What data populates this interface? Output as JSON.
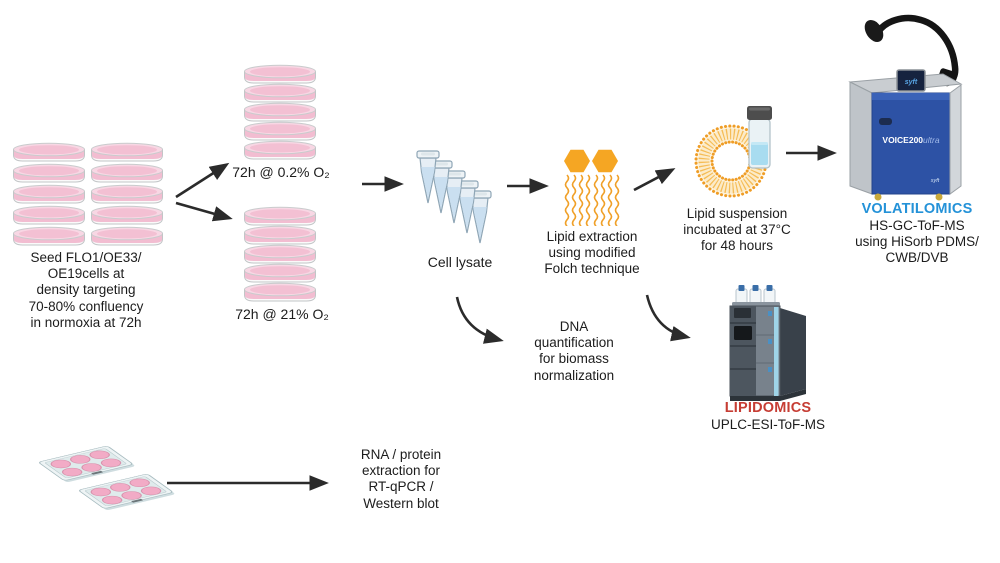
{
  "figure": {
    "type": "experimental-workflow-diagram",
    "labels": {
      "seed": "Seed FLO1/OE33/\nOE19cells at\ndensity targeting\n70-80% confluency\nin normoxia at 72h",
      "hypoxia": "72h @ 0.2% O₂",
      "normoxia": "72h @ 21% O₂",
      "cell_lysate": "Cell lysate",
      "lipid_extraction": "Lipid extraction\nusing modified\nFolch technique",
      "lipid_suspension": "Lipid suspension\nincubated at 37°C\nfor 48 hours",
      "volatilomics_title": "VOLATILOMICS",
      "volatilomics_method": "HS-GC-ToF-MS\nusing HiSorb PDMS/\nCWB/DVB",
      "dna_quant": "DNA\nquantification\nfor biomass\nnormalization",
      "lipidomics_title": "LIPIDOMICS",
      "lipidomics_method": "UPLC-ESI-ToF-MS",
      "rna_protein": "RNA / protein\nextraction for\nRT-qPCR /\nWestern blot"
    },
    "instrument": {
      "model": "VOICE200",
      "model_suffix": "ultra",
      "brand": "syft"
    },
    "icons": [
      "petri-dish-stack",
      "petri-dish-stack-hypoxia",
      "petri-dish-stack-normoxia",
      "microcentrifuge-tubes",
      "lipid-molecules",
      "liposome-ring",
      "sample-vial",
      "gc-tof-ms-instrument",
      "uplc-ms-instrument",
      "six-well-plates"
    ],
    "colors": {
      "volatilomics_blue": "#2492d8",
      "lipidomics_red": "#c63d34",
      "dish_pink": "#f2bdd1",
      "lipid_orange": "#f0a028",
      "instrument_blue": "#2d52a5",
      "arrow_black": "#2b2b2b",
      "text_black": "#1c1c1c"
    }
  }
}
